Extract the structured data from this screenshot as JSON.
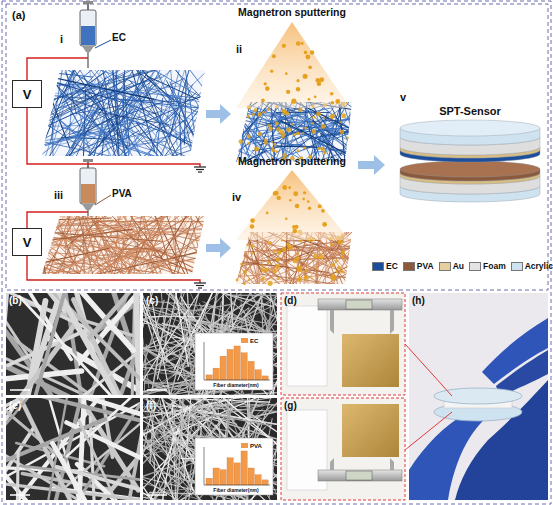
{
  "diagram": {
    "nodes": [
      {
        "text": [
          "V"
        ]
      },
      {
        "text": [
          "V"
        ]
      }
    ],
    "labels": [
      "(a)",
      "i",
      "EC",
      "Magnetron sputtering",
      "ii",
      "v",
      "SPT-Sensor",
      "iii",
      "PVA",
      "Magnetron sputtering",
      "iv",
      "(b)",
      "(c)",
      "EC",
      "Fiber diameter(nm)",
      "(d)",
      "(h)",
      "(e)",
      "(f)",
      "PVA",
      "Fiber diameter(nm)",
      "(g)"
    ],
    "legend": [
      {
        "text": "EC",
        "color": "#1c4e9c"
      },
      {
        "text": "PVA",
        "color": "#8b5a3c"
      },
      {
        "text": "Au",
        "color": "#e6cf9c"
      },
      {
        "text": "Foam",
        "color": "#e3e3e3"
      },
      {
        "text": "Acrylic",
        "color": "#cfe2ef"
      }
    ]
  }
}
